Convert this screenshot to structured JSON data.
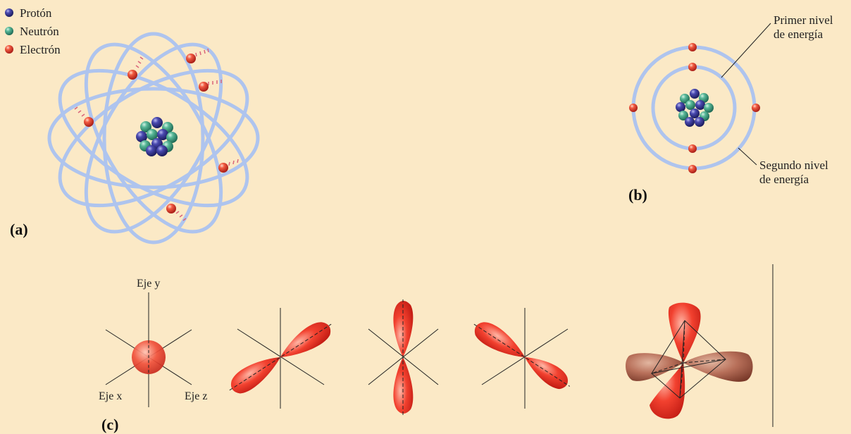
{
  "colors": {
    "background": "#fbe9c6",
    "proton": "#3c3c98",
    "neutron": "#4aa88a",
    "electron": "#ee4a3a",
    "orbit": "#aec4ee",
    "orbital": "#ee3b2c",
    "hybrid_orbital": "#b86a52"
  },
  "legend": {
    "proton": "Protón",
    "neutron": "Neutrón",
    "electron": "Electrón"
  },
  "panel_a": {
    "label": "(a)"
  },
  "panel_b": {
    "label": "(b)",
    "first_level_line1": "Primer nivel",
    "first_level_line2": "de energía",
    "second_level_line1": "Segundo nivel",
    "second_level_line2": "de energía"
  },
  "panel_c": {
    "label": "(c)",
    "y_axis": "Eje y",
    "x_axis": "Eje x",
    "z_axis": "Eje z"
  }
}
